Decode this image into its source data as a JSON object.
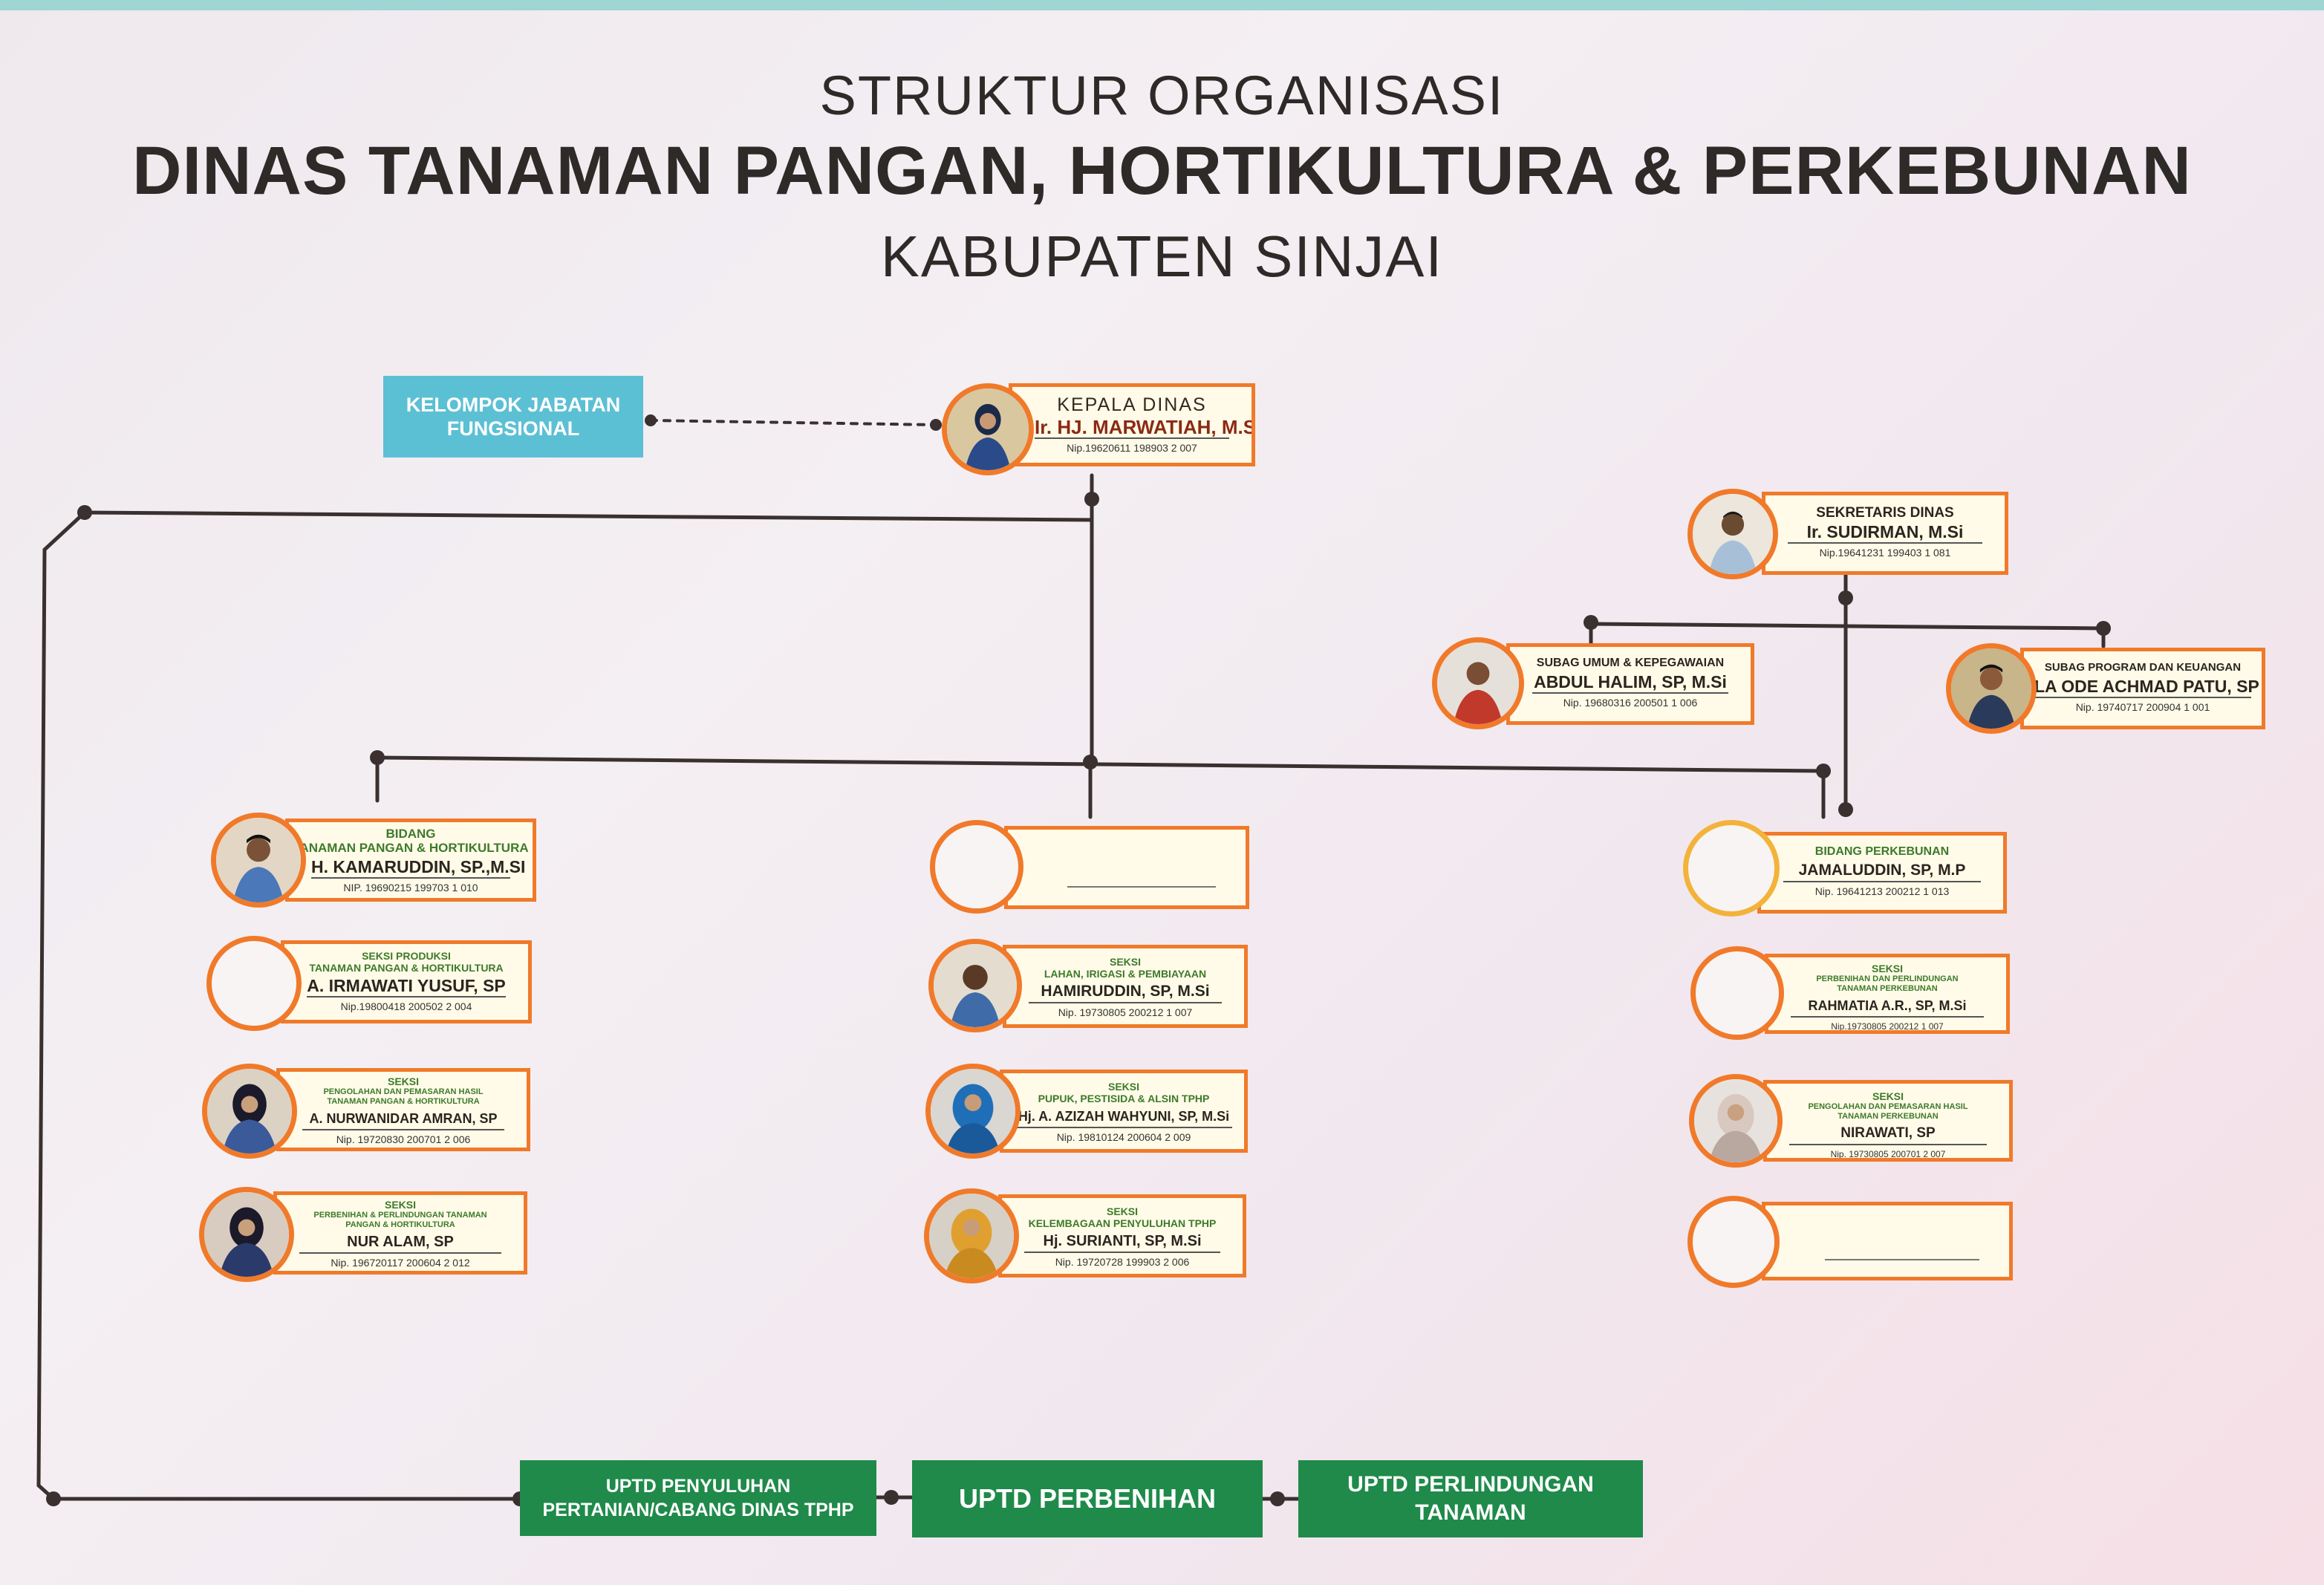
{
  "header": {
    "line1": "STRUKTUR ORGANISASI",
    "line2": "DINAS TANAMAN PANGAN, HORTIKULTURA & PERKEBUNAN",
    "line3": "KABUPATEN SINJAI"
  },
  "jabatan_fungsional": {
    "line1": "KELOMPOK JABATAN",
    "line2": "FUNGSIONAL"
  },
  "kepala": {
    "role": "KEPALA DINAS",
    "name": "Ir. HJ. MARWATIAH, M.SI",
    "nip": "Nip.19620611 198903 2 007"
  },
  "sekretaris": {
    "role": "SEKRETARIS DINAS",
    "name": "Ir. SUDIRMAN, M.Si",
    "nip": "Nip.19641231 199403 1 081"
  },
  "subag_umum": {
    "role": "SUBAG UMUM & KEPEGAWAIAN",
    "name": "ABDUL HALIM, SP, M.Si",
    "nip": "Nip. 19680316 200501 1 006"
  },
  "subag_program": {
    "role": "SUBAG PROGRAM DAN KEUANGAN",
    "name": "LA ODE ACHMAD PATU, SP",
    "nip": "Nip. 19740717 200904 1 001"
  },
  "bidang_tph": {
    "head": {
      "role1": "BIDANG",
      "role2": "TANAMAN PANGAN & HORTIKULTURA",
      "name": "H. KAMARUDDIN, SP.,M.SI",
      "nip": "NIP. 19690215 199703 1 010"
    },
    "seksi": [
      {
        "role1": "SEKSI PRODUKSI",
        "role2": "TANAMAN PANGAN & HORTIKULTURA",
        "name": "A. IRMAWATI YUSUF, SP",
        "nip": "Nip.19800418 200502 2 004"
      },
      {
        "role1": "SEKSI",
        "role2": "PENGOLAHAN DAN PEMASARAN HASIL TANAMAN PANGAN & HORTIKULTURA",
        "name": "A. NURWANIDAR AMRAN, SP",
        "nip": "Nip. 19720830 200701 2 006"
      },
      {
        "role1": "SEKSI",
        "role2": "PERBENIHAN & PERLINDUNGAN TANAMAN PANGAN & HORTIKULTURA",
        "name": "NUR ALAM, SP",
        "nip": "Nip. 196720117 200604 2 012"
      }
    ]
  },
  "bidang_tengah": {
    "seksi": [
      {
        "role1": "SEKSI",
        "role2": "LAHAN, IRIGASI & PEMBIAYAAN",
        "name": "HAMIRUDDIN, SP, M.Si",
        "nip": "Nip. 19730805 200212 1 007"
      },
      {
        "role1": "SEKSI",
        "role2": "PUPUK, PESTISIDA & ALSIN TPHP",
        "name": "Hj. A. AZIZAH WAHYUNI, SP, M.Si",
        "nip": "Nip. 19810124 200604 2 009"
      },
      {
        "role1": "SEKSI",
        "role2": "KELEMBAGAAN PENYULUHAN TPHP",
        "name": "Hj. SURIANTI, SP, M.Si",
        "nip": "Nip. 19720728 199903 2 006"
      }
    ]
  },
  "bidang_perkebunan": {
    "head": {
      "role1": "BIDANG PERKEBUNAN",
      "name": "JAMALUDDIN, SP, M.P",
      "nip": "Nip. 19641213 200212 1 013"
    },
    "seksi": [
      {
        "role1": "SEKSI",
        "role2": "PERBENIHAN DAN PERLINDUNGAN TANAMAN PERKEBUNAN",
        "name": "RAHMATIA A.R., SP, M.Si",
        "nip": "Nip.19730805 200212 1 007"
      },
      {
        "role1": "SEKSI",
        "role2": "PENGOLAHAN DAN PEMASARAN HASIL TANAMAN PERKEBUNAN",
        "name": "NIRAWATI, SP",
        "nip": "Nip. 19730805 200701 2 007"
      }
    ]
  },
  "uptd": [
    {
      "line1": "UPTD PENYULUHAN",
      "line2": "PERTANIAN/CABANG DINAS TPHP"
    },
    {
      "line1": "UPTD PERBENIHAN",
      "line2": ""
    },
    {
      "line1": "UPTD PERLINDUNGAN",
      "line2": "TANAMAN"
    }
  ],
  "colors": {
    "accent": "#f07a2a",
    "green": "#1f8a4a",
    "teal": "#5cc0d4",
    "line": "#3a3030"
  }
}
